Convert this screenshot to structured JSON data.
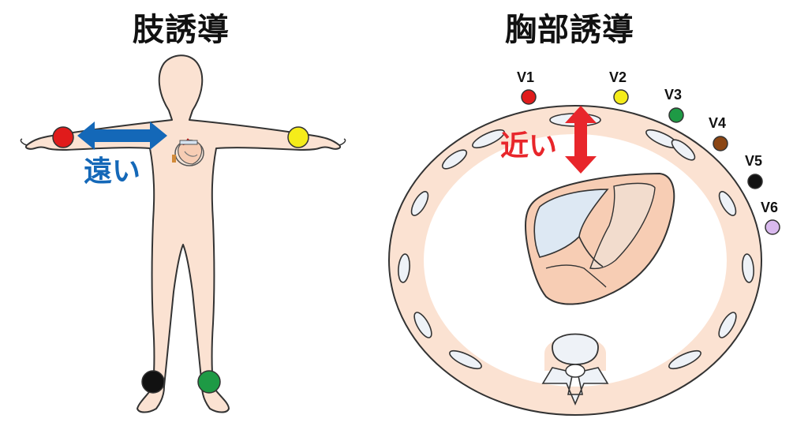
{
  "titles": {
    "limb": "肢誘導",
    "chest": "胸部誘導"
  },
  "notes": {
    "far": "遠い",
    "near": "近い"
  },
  "colors": {
    "skin": "#fbe2d2",
    "skin_stroke": "#333333",
    "far_arrow": "#1468b8",
    "near_arrow": "#e8262b",
    "electrode_red": "#e01b1b",
    "electrode_yellow": "#f5ec1a",
    "electrode_green": "#1e9a45",
    "electrode_black": "#111111",
    "electrode_brown": "#8b4513",
    "electrode_violet": "#d9b9ee",
    "heart_chamber": "#dde8f3",
    "heart_wall": "#f7cdb4"
  },
  "chest_leads": [
    {
      "label": "V1",
      "color": "#e01b1b"
    },
    {
      "label": "V2",
      "color": "#f5ec1a"
    },
    {
      "label": "V3",
      "color": "#1e9a45"
    },
    {
      "label": "V4",
      "color": "#8b4513"
    },
    {
      "label": "V5",
      "color": "#111111"
    },
    {
      "label": "V6",
      "color": "#d9b9ee"
    }
  ]
}
